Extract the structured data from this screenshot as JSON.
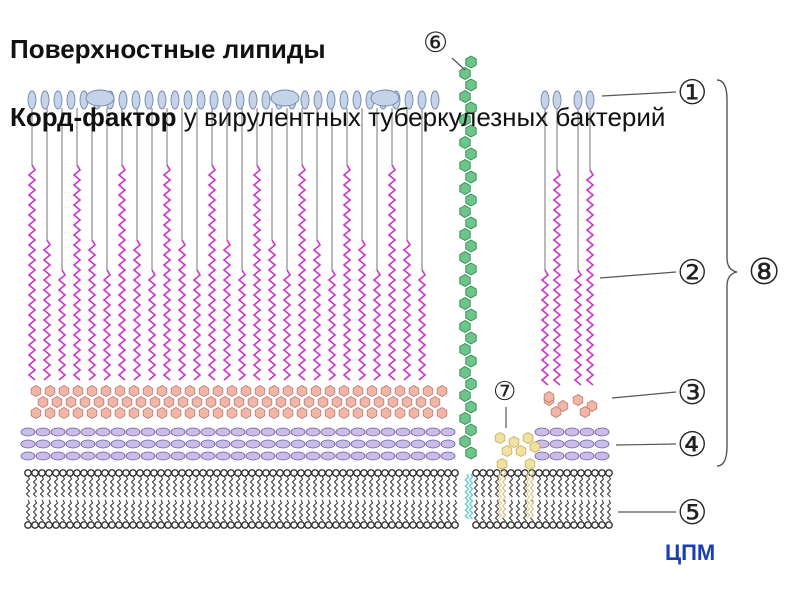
{
  "title": "Поверхностные липиды",
  "subtitle": {
    "bold": "Корд-фактор",
    "rest": "  у вирулентных туберкулезных бактерий"
  },
  "membrane_label": "ЦПМ",
  "callouts": [
    "①",
    "②",
    "③",
    "④",
    "⑤",
    "⑥",
    "⑦",
    "⑧"
  ],
  "colors": {
    "glycolipid_head": "#c5d3e8",
    "mycolic_chain": "#cc33cc",
    "arabinogalactan": "#f2b6a8",
    "peptidoglycan": "#c9bde6",
    "lipoarabinomannan": "#6dc58a",
    "lipomannan": "#f1e2a4",
    "membrane": "#333333",
    "membrane_label": "#1a3fb0"
  }
}
